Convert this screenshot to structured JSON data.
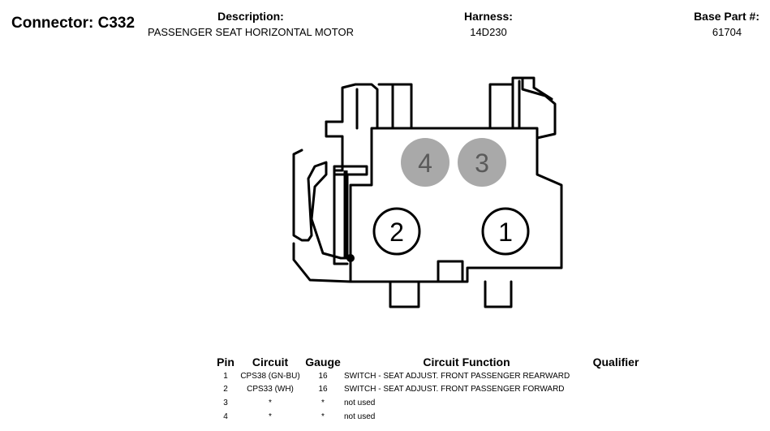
{
  "header": {
    "connector_title": "Connector: C332",
    "description_label": "Description:",
    "description_value": "PASSENGER SEAT HORIZONTAL MOTOR",
    "harness_label": "Harness:",
    "harness_value": "14D230",
    "base_part_label": "Base Part #:",
    "base_part_value": "61704"
  },
  "diagram": {
    "pins": [
      {
        "label": "4",
        "style": "filled-gray"
      },
      {
        "label": "3",
        "style": "filled-gray"
      },
      {
        "label": "2",
        "style": "outlined"
      },
      {
        "label": "1",
        "style": "outlined"
      }
    ],
    "colors": {
      "outline": "#000000",
      "pin_fill_gray": "#a9a9a9",
      "pin_text_gray": "#5a5a5a"
    }
  },
  "table": {
    "columns": [
      "Pin",
      "Circuit",
      "Gauge",
      "Circuit Function",
      "Qualifier"
    ],
    "rows": [
      {
        "pin": "1",
        "circuit": "CPS38 (GN-BU)",
        "gauge": "16",
        "function": "SWITCH - SEAT ADJUST. FRONT PASSENGER REARWARD",
        "qualifier": ""
      },
      {
        "pin": "2",
        "circuit": "CPS33 (WH)",
        "gauge": "16",
        "function": "SWITCH - SEAT ADJUST. FRONT PASSENGER FORWARD",
        "qualifier": ""
      },
      {
        "pin": "3",
        "circuit": "*",
        "gauge": "*",
        "function": "not used",
        "qualifier": ""
      },
      {
        "pin": "4",
        "circuit": "*",
        "gauge": "*",
        "function": "not used",
        "qualifier": ""
      }
    ]
  }
}
